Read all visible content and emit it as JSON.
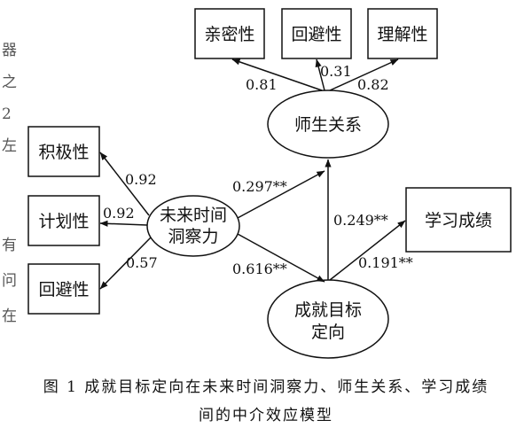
{
  "nodes": {
    "qinmixing": "亲密性",
    "huibixing_top": "回避性",
    "lijiexing": "理解性",
    "shisheng_guanxi": "师生关系",
    "jijixing": "积极性",
    "jihuaxing": "计划性",
    "huibixing_left": "回避性",
    "weilai_line1": "未来时间",
    "weilai_line2": "洞察力",
    "xuexi_chengji": "学习成绩",
    "mubiao_line1": "成就目标",
    "mubiao_line2": "定向"
  },
  "coefficients": {
    "shisheng_qinmixing": "0.81",
    "shisheng_huibixing": "0.31",
    "shisheng_lijiexing": "0.82",
    "weilai_jijixing": "0.92",
    "weilai_jihuaxing": "0.92",
    "weilai_huibixing": "0.57",
    "weilai_shisheng": "0.297**",
    "weilai_mubiao": "0.616**",
    "mubiao_shisheng": "0.249**",
    "mubiao_xuexi": "0.191**"
  },
  "caption": {
    "line1": "图 1  成就目标定向在未来时间洞察力、师生关系、学习成绩",
    "line2": "间的中介效应模型"
  },
  "margin_fragments": [
    "器",
    "之",
    "2",
    "左",
    "有",
    "问",
    "在"
  ]
}
